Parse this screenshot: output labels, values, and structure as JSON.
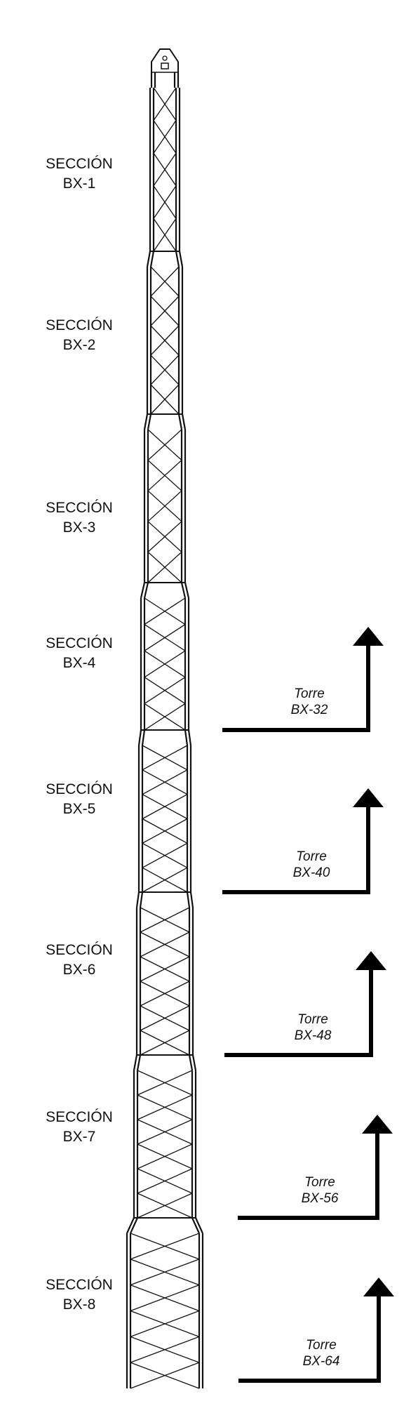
{
  "sections": [
    {
      "line1": "SECCIÓN",
      "line2": "BX-1"
    },
    {
      "line1": "SECCIÓN",
      "line2": "BX-2"
    },
    {
      "line1": "SECCIÓN",
      "line2": "BX-3"
    },
    {
      "line1": "SECCIÓN",
      "line2": "BX-4"
    },
    {
      "line1": "SECCIÓN",
      "line2": "BX-5"
    },
    {
      "line1": "SECCIÓN",
      "line2": "BX-6"
    },
    {
      "line1": "SECCIÓN",
      "line2": "BX-7"
    },
    {
      "line1": "SECCIÓN",
      "line2": "BX-8"
    }
  ],
  "towers": [
    {
      "line1": "Torre",
      "line2": "BX-32"
    },
    {
      "line1": "Torre",
      "line2": "BX-40"
    },
    {
      "line1": "Torre",
      "line2": "BX-48"
    },
    {
      "line1": "Torre",
      "line2": "BX-56"
    },
    {
      "line1": "Torre",
      "line2": "BX-64"
    }
  ]
}
